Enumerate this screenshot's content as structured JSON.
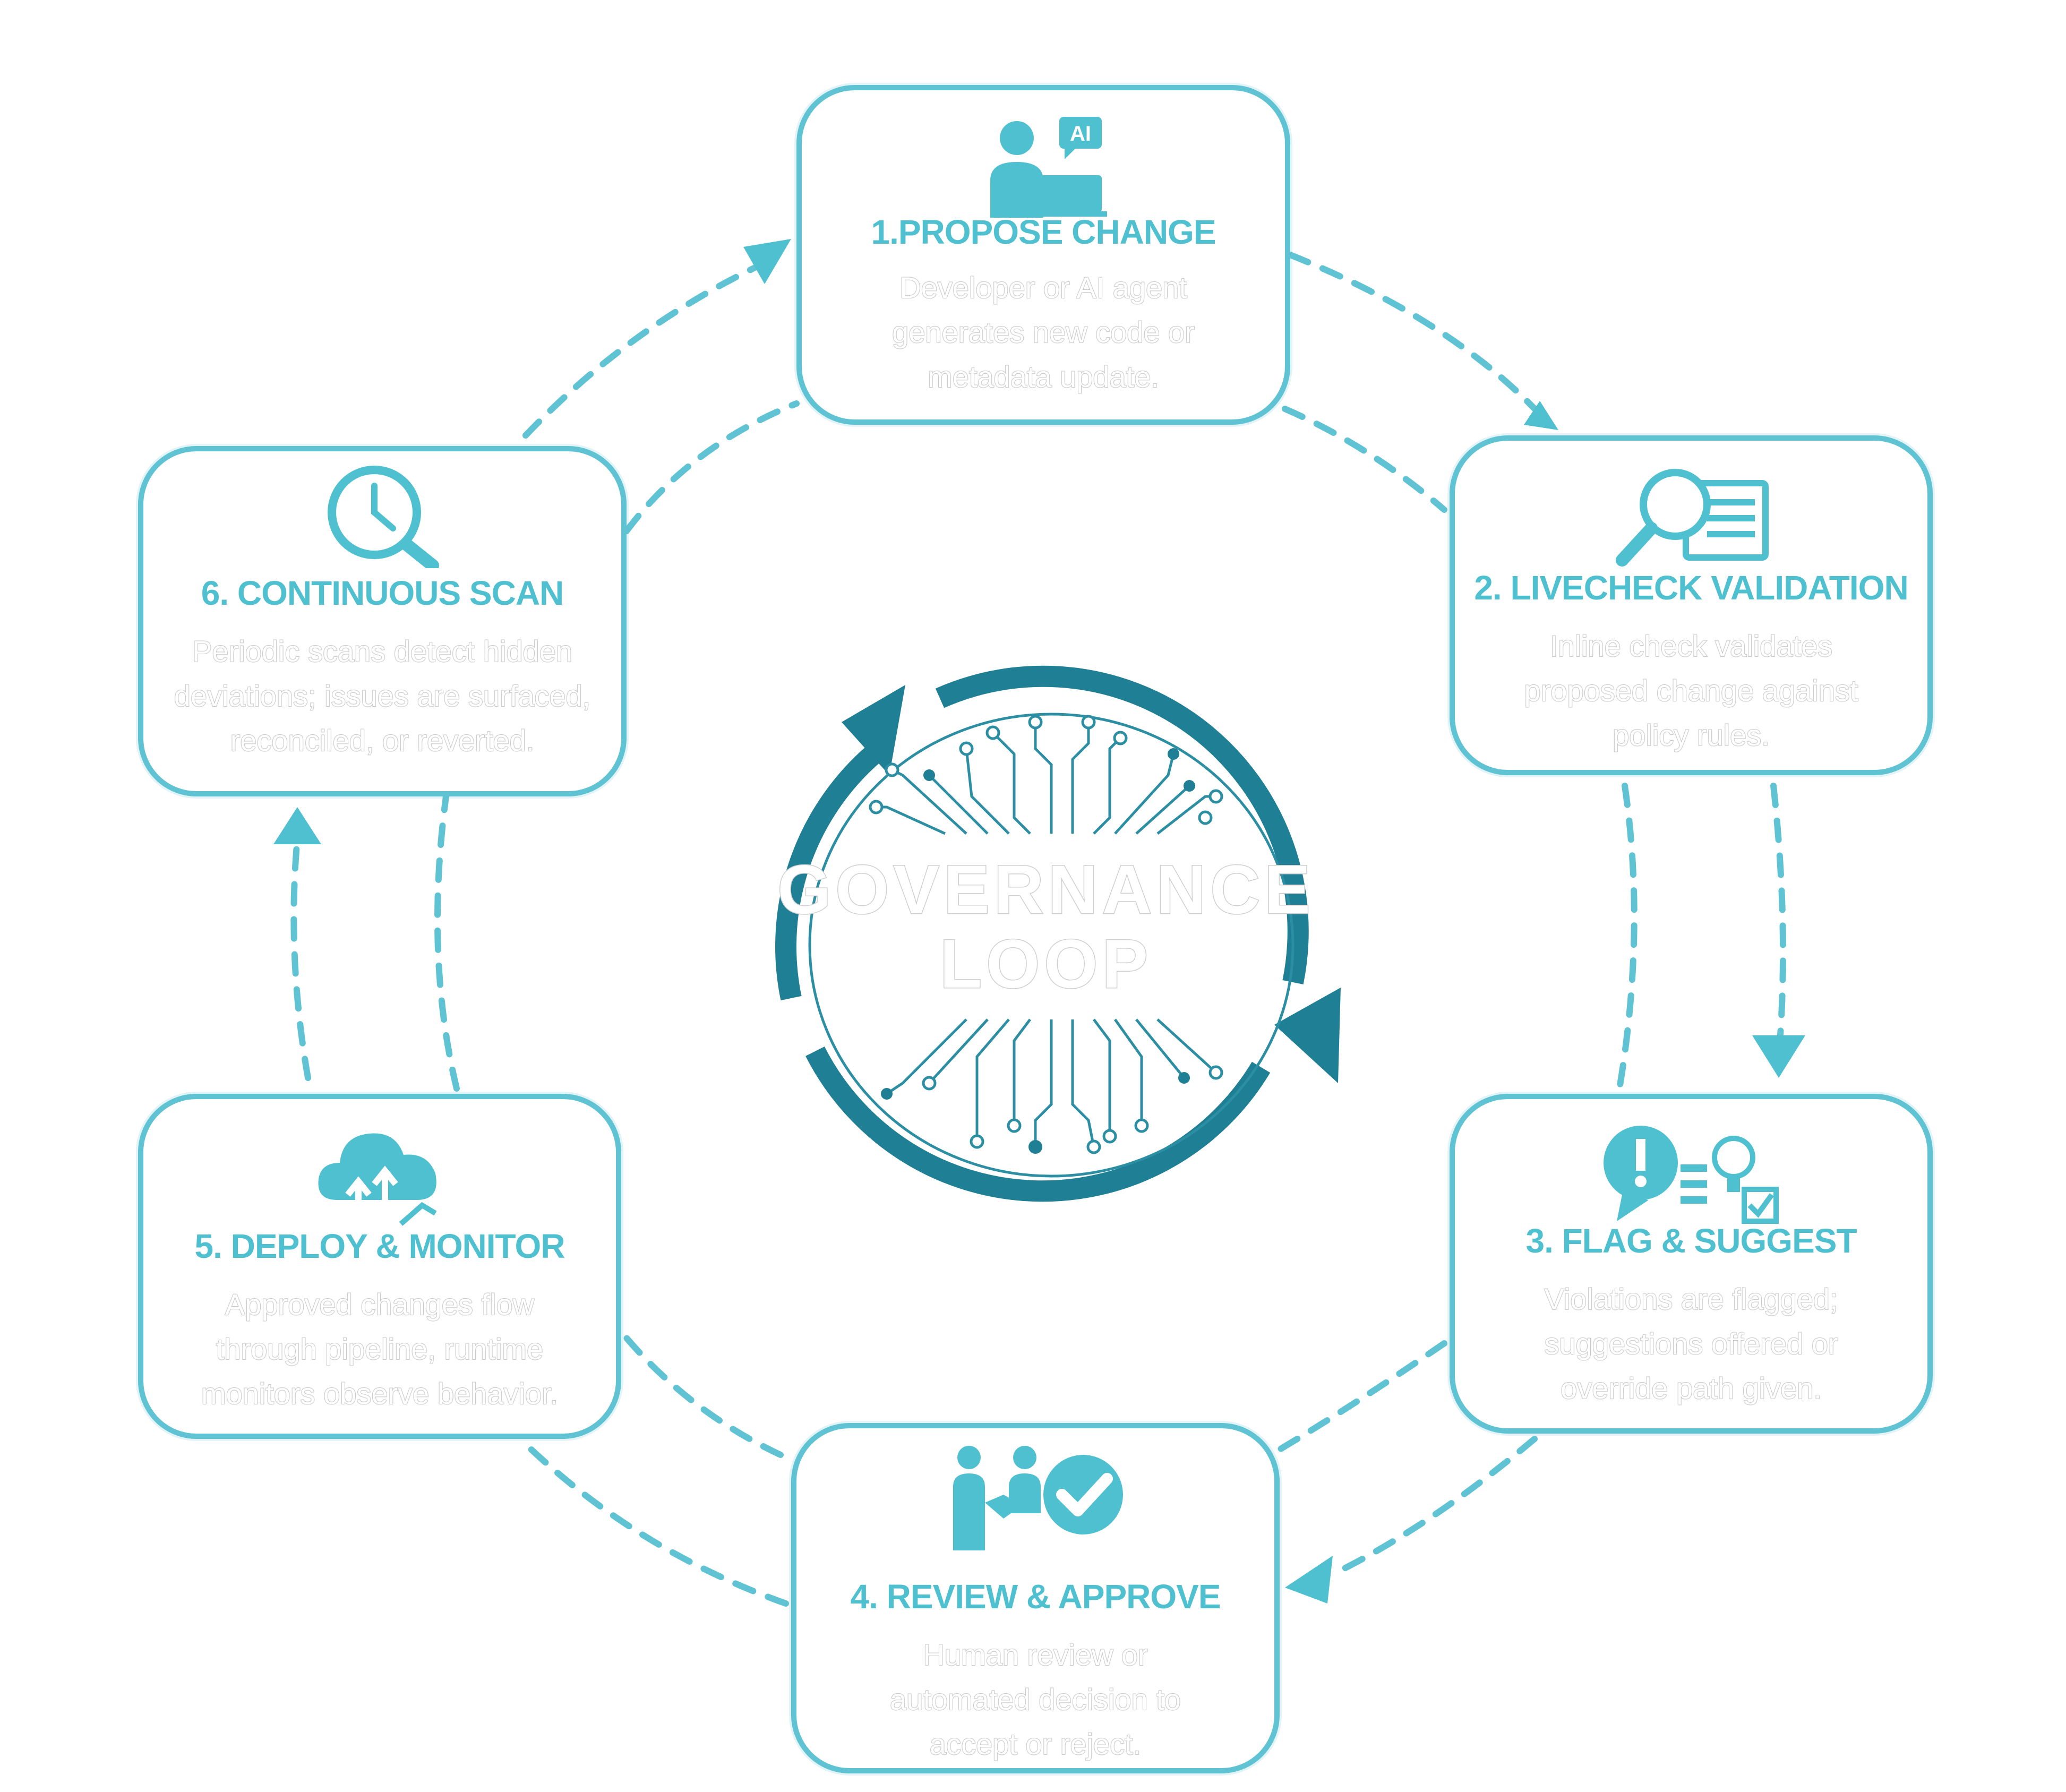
{
  "center": {
    "line1": "GOVERNANCE",
    "line2": "LOOP"
  },
  "steps": [
    {
      "title": "1.PROPOSE CHANGE",
      "lines": [
        "Developer or AI agent",
        "generates new code or",
        "metadata update."
      ],
      "icon": "developer-ai-laptop-icon",
      "badge": "AI"
    },
    {
      "title": "2. LIVECHECK VALIDATION",
      "lines": [
        "Inline check validates",
        "proposed change against",
        "policy rules."
      ],
      "icon": "magnifier-document-icon"
    },
    {
      "title": "3. FLAG & SUGGEST",
      "lines": [
        "Violations are flagged;",
        "suggestions offered or",
        "override path given."
      ],
      "icon": "alert-lightbulb-checklist-icon"
    },
    {
      "title": "4. REVIEW & APPROVE",
      "lines": [
        "Human review or",
        "automated decision to",
        "accept or reject."
      ],
      "icon": "handshake-checkmark-icon"
    },
    {
      "title": "5. DEPLOY & MONITOR",
      "lines": [
        "Approved changes flow",
        "through pipeline, runtime",
        "monitors observe behavior."
      ],
      "icon": "cloud-upload-icon"
    },
    {
      "title": "6. CONTINUOUS SCAN",
      "lines": [
        "Periodic scans detect hidden",
        "deviations; issues are surfaced,",
        "reconciled, or reverted."
      ],
      "icon": "clock-magnifier-icon"
    }
  ],
  "colors": {
    "accent": "#4fc0d0",
    "border": "#5fc3d3",
    "ring": "#1f7f94",
    "circuit": "#2b8ea3",
    "muted_text": "#cfcfcf"
  }
}
